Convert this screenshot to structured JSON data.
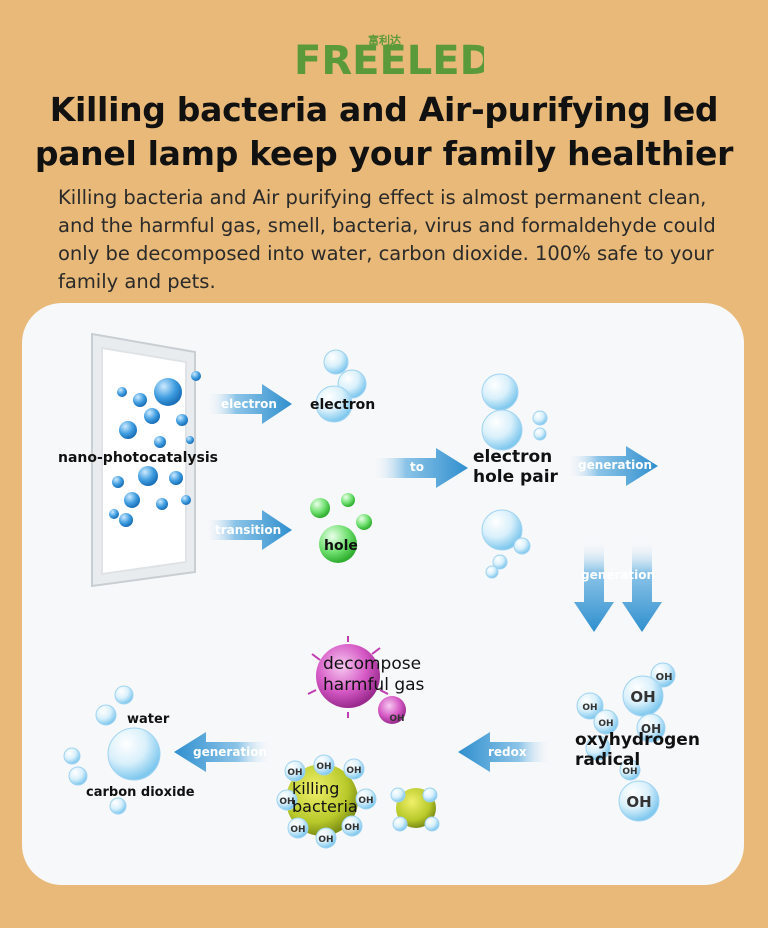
{
  "brand": {
    "logo_text": "FREELED",
    "logo_cjk": "富利达",
    "color": "#5b9a3a"
  },
  "headline": {
    "line1": "Killing bacteria and Air-purifying led",
    "line2": "panel lamp keep your family healthier"
  },
  "description": {
    "line1": "Killing bacteria and Air purifying effect is almost permanent clean,",
    "line2": "and the harmful gas, smell, bacteria, virus and formaldehyde could",
    "line3": "only be decomposed into water, carbon dioxide. 100% safe to your",
    "line4": "family and pets."
  },
  "diagram": {
    "source": "nano-photocatalysis",
    "arrow_electron": "electron",
    "node_electron": "electron",
    "arrow_transition": "transition",
    "node_hole": "hole",
    "arrow_to": "to",
    "node_pair_line1": "electron",
    "node_pair_line2": "hole pair",
    "arrow_generation_1": "generation",
    "arrow_generation_2": "generation",
    "node_radical_line1": "oxyhydrogen",
    "node_radical_line2": "radical",
    "arrow_redox": "redox",
    "node_decompose_line1": "decompose",
    "node_decompose_line2": "harmful gas",
    "node_bacteria_line1": "killing",
    "node_bacteria_line2": "bacteria",
    "arrow_generation_3": "generation",
    "node_water": "water",
    "node_co2": "carbon dioxide",
    "oh_label": "OH"
  },
  "colors": {
    "background": "#e8b978",
    "panel": "#f7f8fa",
    "arrow": "#2f8fce",
    "bubble": "#7fc8ee",
    "hole_green": "#4cd24c",
    "bacteria": "#b8c92a",
    "virus": "#c03cb0"
  }
}
